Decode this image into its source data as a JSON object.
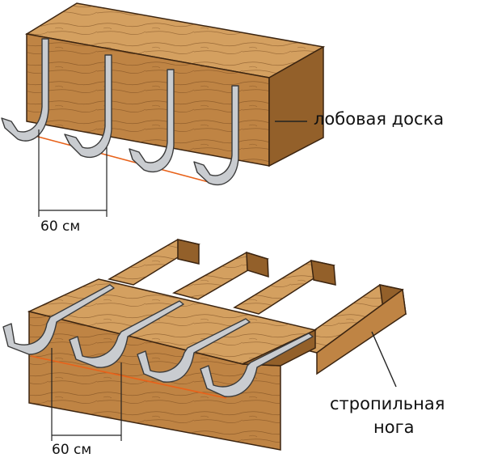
{
  "labels": {
    "fascia_board": "лобовая доска",
    "rafter_line1": "стропильная",
    "rafter_line2": "нога",
    "spacing_top": "60 см",
    "spacing_bottom": "60 см"
  },
  "colors": {
    "wood_light": "#d19a5a",
    "wood_front": "#b97e3e",
    "wood_dark": "#8f5a25",
    "wood_grain": "#5a3714",
    "hook_fill": "#c9ccd0",
    "hook_stroke": "#3a3a3a",
    "slope_line": "#e8621a",
    "dimension_line": "#222222"
  },
  "icons": {
    "hook": "gutter-hook-icon"
  }
}
